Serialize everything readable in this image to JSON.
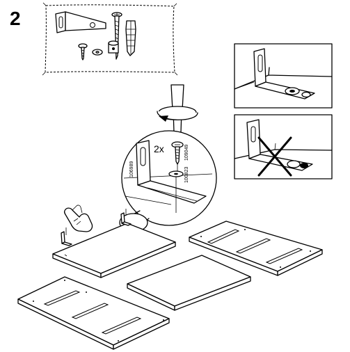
{
  "step": {
    "number": "2"
  },
  "detail": {
    "quantity": "2x",
    "part_numbers": [
      "106989",
      "109049",
      "100823"
    ]
  },
  "check_panels": [
    {
      "state": "correct"
    },
    {
      "state": "incorrect"
    }
  ],
  "icons": {
    "screwdriver": "screwdriver-icon",
    "rotate": "rotate-arrow-icon",
    "hand": "hand-icon",
    "wrong_mark": "cross-mark-icon"
  }
}
